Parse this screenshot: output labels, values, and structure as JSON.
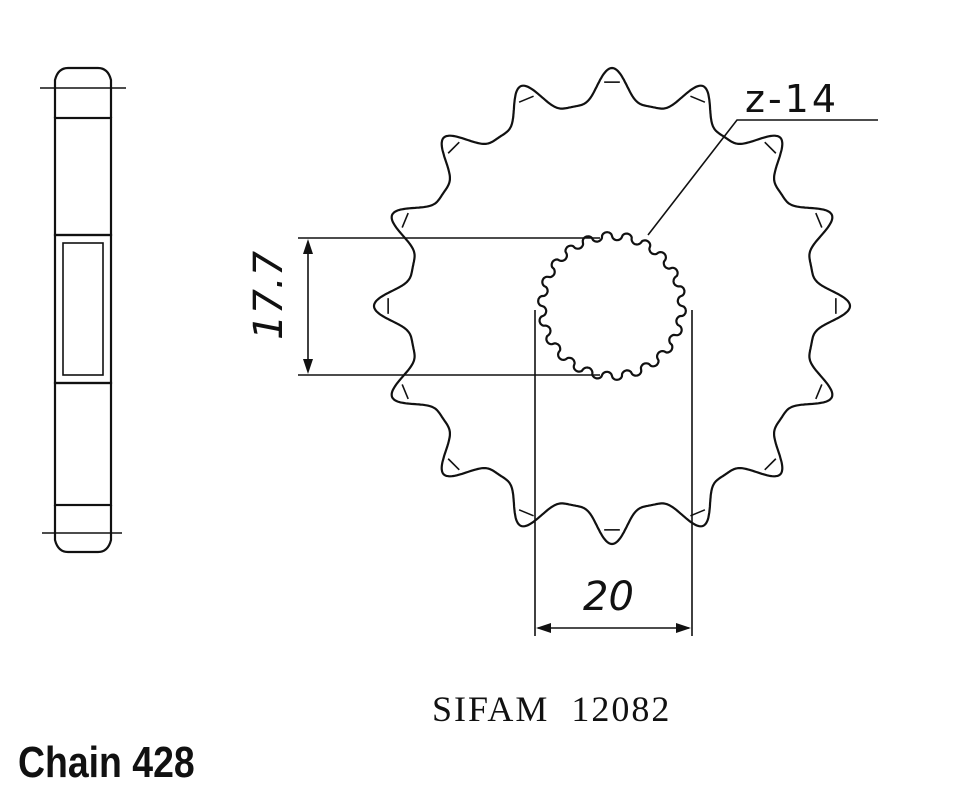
{
  "drawing": {
    "teeth_label": "z-14",
    "dim_height_label": "17.7",
    "dim_width_label": "20",
    "part_number_label": "SIFAM  12082",
    "chain_label": "Chain 428",
    "teeth_drawn": 16,
    "line_color": "#111111"
  }
}
